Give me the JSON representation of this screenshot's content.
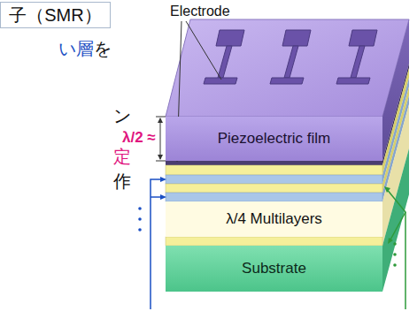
{
  "diagram": {
    "nodes": [
      {
        "text": [
          "子（SMR）"
        ]
      },
      {
        "text": [
          "Piezoelectric film"
        ]
      },
      {
        "text": [
          "λ/4 Multilayers"
        ]
      },
      {
        "text": [
          "Substrate"
        ]
      }
    ],
    "labels": [
      "Electrode",
      "λ/2 ≈",
      "い層",
      "を",
      "ン",
      "定",
      "作"
    ]
  }
}
